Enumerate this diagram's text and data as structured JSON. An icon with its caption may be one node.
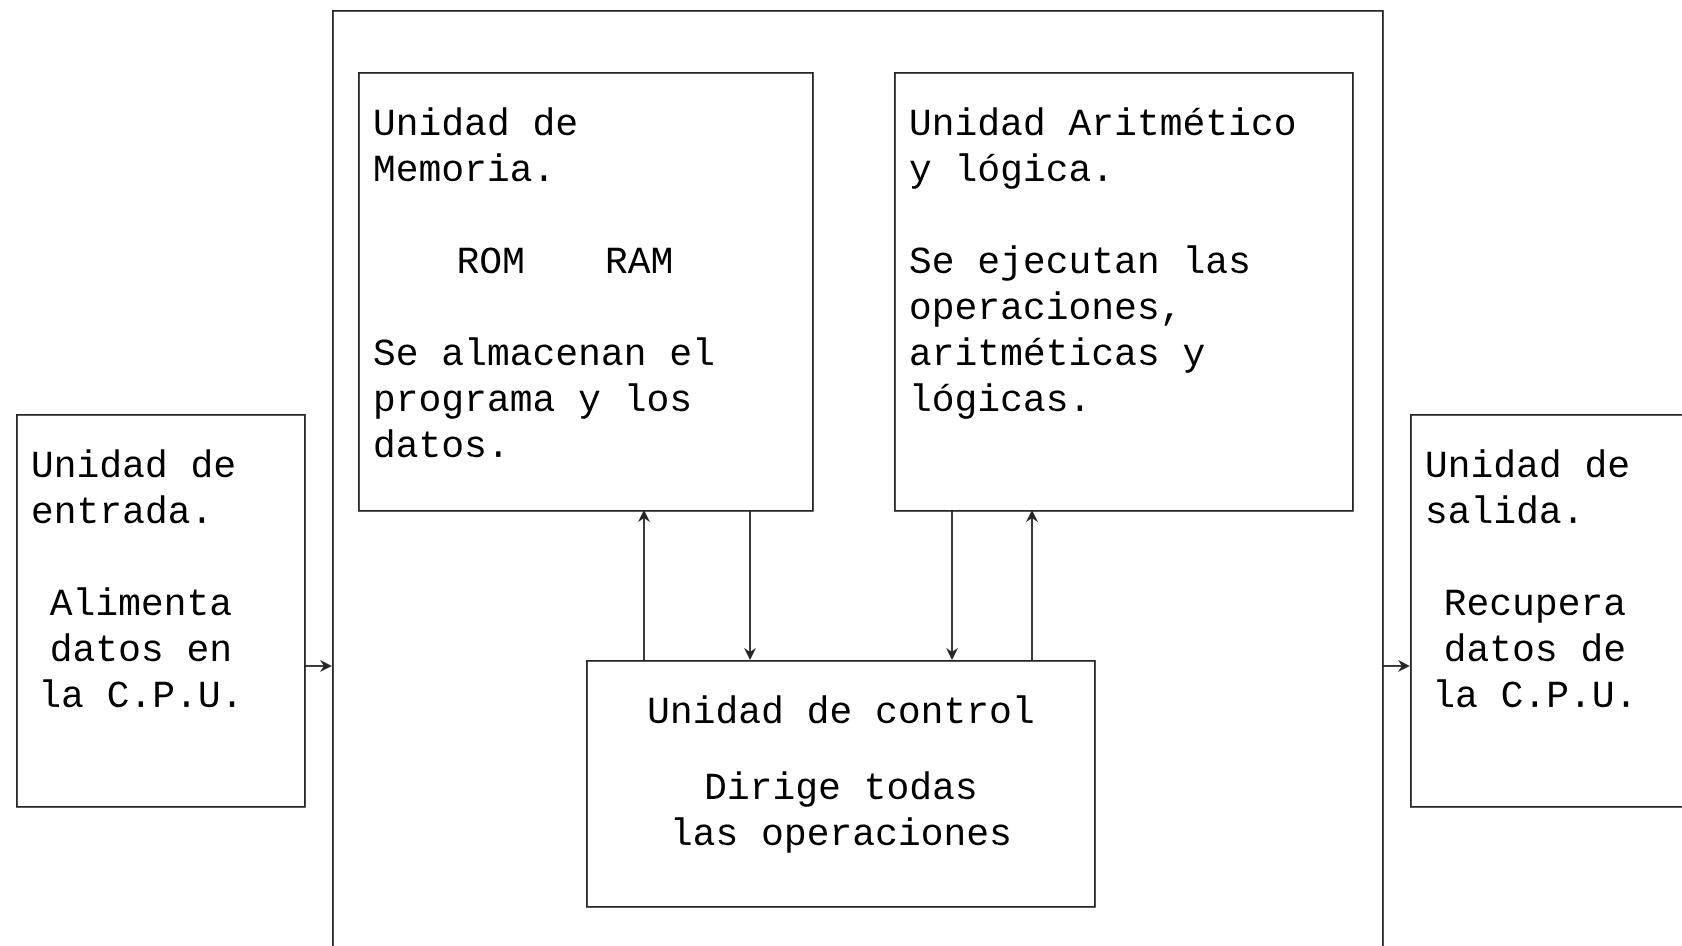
{
  "diagram": {
    "nodes": [
      {
        "text": [
          "Unidad de entrada.",
          "Alimenta datos en la C.P.U."
        ]
      },
      {
        "text": [],
        "shape": "box"
      },
      {
        "text": [
          "Unidad de Memoria.",
          "ROM",
          "RAM",
          "Se almacenan el programa y los datos."
        ],
        "in": 1
      },
      {
        "text": [
          "Unidad Aritmético y lógica.",
          "Se ejecutan las operaciones, aritméticas y lógicas."
        ],
        "in": 1
      },
      {
        "text": [
          "Unidad de control",
          "Dirige todas las operaciones"
        ],
        "in": 1
      },
      {
        "text": [
          "Unidad de salida.",
          "Recupera datos de la C.P.U."
        ]
      }
    ],
    "edges": [
      {
        "from": 0,
        "to": 1,
        "arrow": "to"
      },
      {
        "from": 1,
        "to": 5,
        "arrow": "to"
      },
      {
        "from": 4,
        "to": 2,
        "arrow": "to"
      },
      {
        "from": 2,
        "to": 4,
        "arrow": "to"
      },
      {
        "from": 3,
        "to": 4,
        "arrow": "to"
      },
      {
        "from": 4,
        "to": 3,
        "arrow": "to"
      }
    ]
  }
}
